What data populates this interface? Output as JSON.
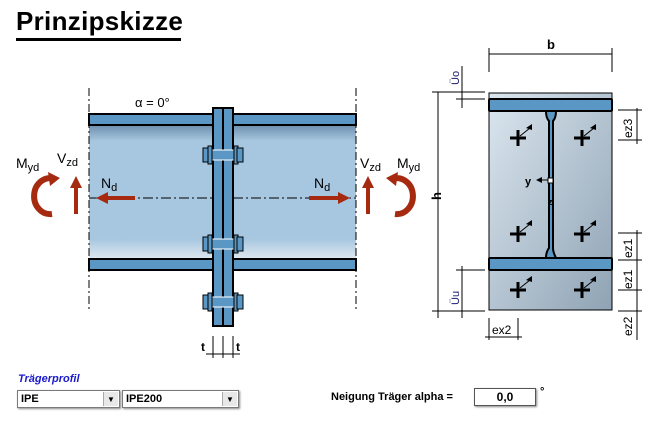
{
  "header": {
    "title": "Prinzipskizze"
  },
  "diagram": {
    "angle_label": "α = 0°",
    "forces_left": {
      "moment": "M",
      "moment_sub": "yd",
      "shear": "V",
      "shear_sub": "zd",
      "axial": "N",
      "axial_sub": "d"
    },
    "forces_right": {
      "moment": "M",
      "moment_sub": "yd",
      "shear": "V",
      "shear_sub": "zd",
      "axial": "N",
      "axial_sub": "d"
    },
    "plate_thickness_label": "t",
    "section": {
      "width_label": "b",
      "height_label": "h",
      "overhang_top_label": "Üo",
      "overhang_bottom_label": "Üu",
      "axis_y_label": "y",
      "axis_z_label": "z",
      "ez3_label": "ez3",
      "ez1_label": "ez1",
      "ez2_label": "ez2",
      "ex2_label": "ex2"
    },
    "colors": {
      "steel": "#5b97c4",
      "plate_light": "#a7c7e0",
      "arrow": "#a52a10"
    }
  },
  "form": {
    "profile_group_label": "Trägerprofil",
    "profile_type": "IPE",
    "profile_size": "IPE200",
    "alpha_label": "Neigung Träger alpha =",
    "alpha_value": "0,0",
    "alpha_unit": "°"
  }
}
